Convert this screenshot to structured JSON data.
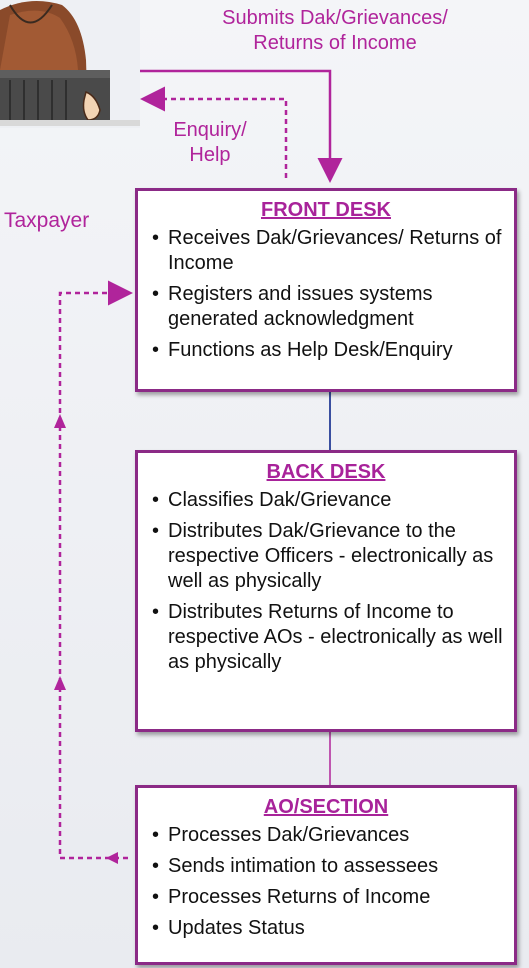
{
  "top_label": [
    "Submits Dak/Grievances/",
    "Returns of Income"
  ],
  "enquiry_label": [
    "Enquiry/",
    "Help"
  ],
  "taxpayer_label": "Taxpayer",
  "front_desk": {
    "title": "FRONT DESK",
    "items": [
      "Receives Dak/Grievances/ Returns of Income",
      "Registers and issues systems generated acknowledgment",
      "Functions as Help Desk/Enquiry"
    ]
  },
  "back_desk": {
    "title": "BACK DESK",
    "items": [
      "Classifies Dak/Grievance",
      "Distributes Dak/Grievance to the respective Officers - electronically as well as physically",
      "Distributes Returns of Income to respective AOs - electronically as well as physically"
    ]
  },
  "ao_section": {
    "title": "AO/SECTION",
    "items": [
      "Processes Dak/Grievances",
      "Sends intimation to assessees",
      "Processes Returns of Income",
      "Updates Status"
    ]
  },
  "colors": {
    "accent": "#b0249b",
    "box_border": "#8b2a86",
    "connector": "#3a4fa0"
  }
}
